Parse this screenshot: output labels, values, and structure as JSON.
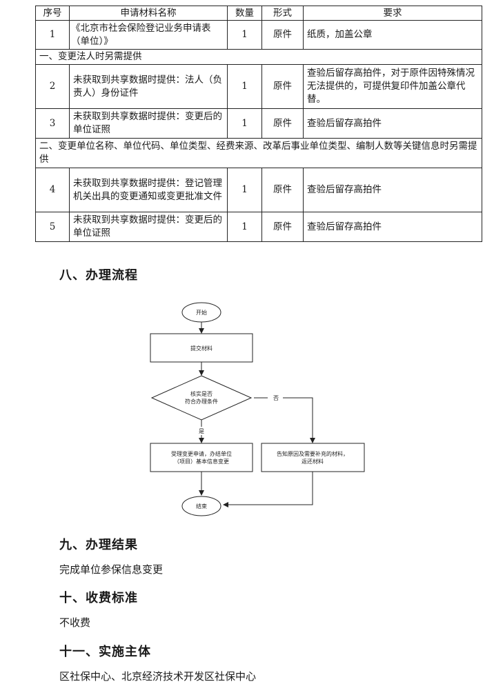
{
  "table": {
    "headers": {
      "seq": "序号",
      "name": "申请材料名称",
      "qty": "数量",
      "form": "形式",
      "req": "要求"
    },
    "row1": {
      "seq": "1",
      "name": "《北京市社会保险登记业务申请表（单位）》",
      "qty": "1",
      "form": "原件",
      "req": "纸质，加盖公章"
    },
    "section1": "一、变更法人时另需提供",
    "row2": {
      "seq": "2",
      "name": "未获取到共享数据时提供：法人（负责人）身份证件",
      "qty": "1",
      "form": "原件",
      "req": "查验后留存高拍件，对于原件因特殊情况无法提供的，可提供复印件加盖公章代替。"
    },
    "row3": {
      "seq": "3",
      "name": "未获取到共享数据时提供：变更后的单位证照",
      "qty": "1",
      "form": "原件",
      "req": "查验后留存高拍件"
    },
    "section2": "二、变更单位名称、单位代码、单位类型、经费来源、改革后事业单位类型、编制人数等关键信息时另需提供",
    "row4": {
      "seq": "4",
      "name": "未获取到共享数据时提供：登记管理机关出具的变更通知或变更批准文件",
      "qty": "1",
      "form": "原件",
      "req": "查验后留存高拍件"
    },
    "row5": {
      "seq": "5",
      "name": "未获取到共享数据时提供：变更后的单位证照",
      "qty": "1",
      "form": "原件",
      "req": "查验后留存高拍件"
    }
  },
  "section8": {
    "title": "八、办理流程"
  },
  "flow": {
    "start": "开始",
    "submit": "提交材料",
    "check_line1": "核实是否",
    "check_line2": "符合办理条件",
    "no": "否",
    "yes": "是",
    "accept_line1": "受理变更申请，办结单位",
    "accept_line2": "（项目）基本信息变更",
    "reject_line1": "告知原因及需要补充的材料，",
    "reject_line2": "返还材料",
    "end": "结束"
  },
  "section9": {
    "title": "九、办理结果",
    "text": "完成单位参保信息变更"
  },
  "section10": {
    "title": "十、收费标准",
    "text": "不收费"
  },
  "section11": {
    "title": "十一、实施主体",
    "text": "区社保中心、北京经济技术开发区社保中心"
  }
}
